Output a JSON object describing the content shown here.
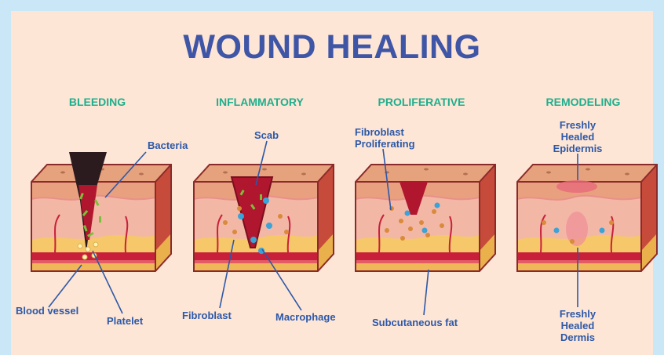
{
  "title": "WOUND HEALING",
  "stages": [
    "BLEEDING",
    "INFLAMMATORY",
    "PROLIFERATIVE",
    "REMODELING"
  ],
  "labels": {
    "bacteria": "Bacteria",
    "blood_vessel": "Blood vessel",
    "platelet": "Platelet",
    "scab": "Scab",
    "fibroblast": "Fibroblast",
    "macrophage": "Macrophage",
    "fibroblast_proliferating_1": "Fibroblast",
    "fibroblast_proliferating_2": "Proliferating",
    "subcutaneous_fat": "Subcutaneous fat",
    "epidermis_1": "Freshly",
    "epidermis_2": "Healed",
    "epidermis_3": "Epidermis",
    "dermis_1": "Freshly",
    "dermis_2": "Healed",
    "dermis_3": "Dermis"
  },
  "colors": {
    "background": "#c9e7f7",
    "panel": "#fde6d6",
    "title": "#3f55a6",
    "stage_heading": "#1fae8c",
    "label": "#2d58a8",
    "epidermis": "#e9a07f",
    "dermis": "#f3b7a6",
    "fat": "#f6c86a",
    "vessel": "#c8203a",
    "wound": "#b0162e",
    "clot": "#2b1a1e"
  }
}
